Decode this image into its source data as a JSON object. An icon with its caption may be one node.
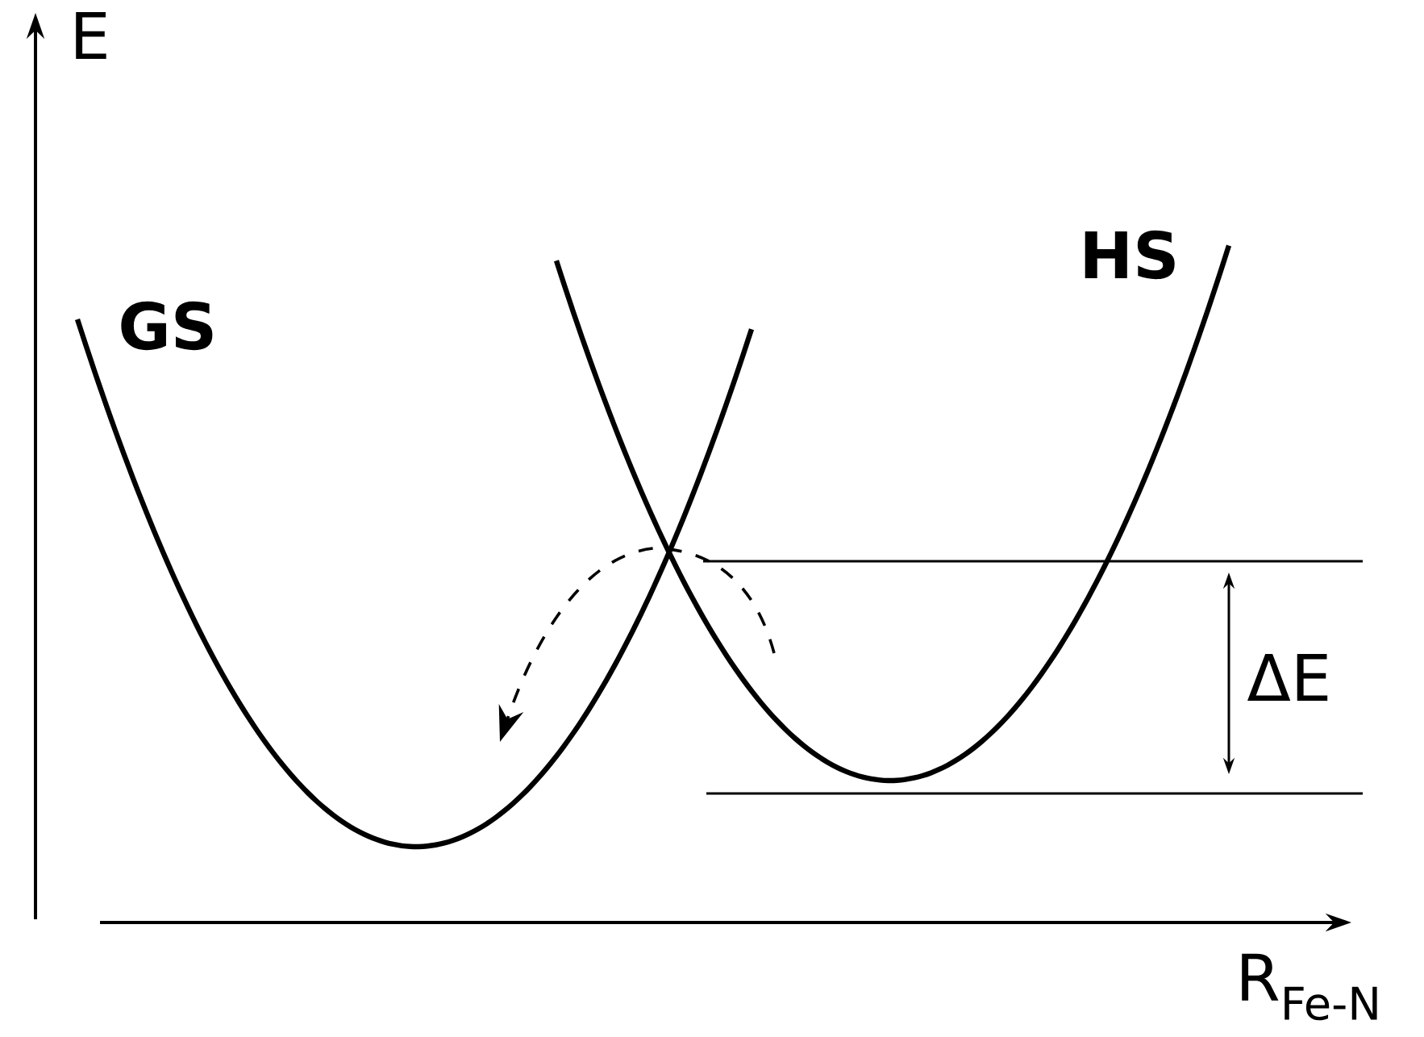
{
  "diagram": {
    "labels": [
      "E",
      "GS",
      "HS",
      "ΔE",
      "R$_{Fe-N}$"
    ]
  }
}
